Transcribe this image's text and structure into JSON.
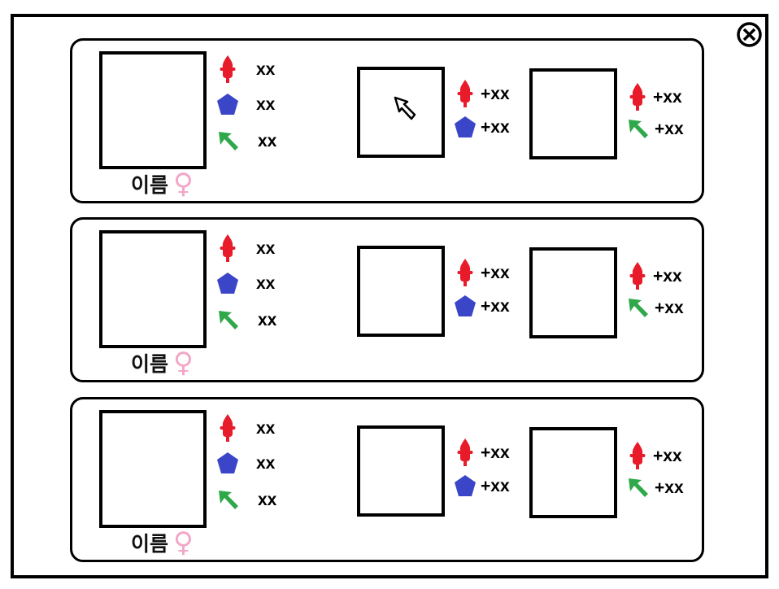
{
  "colors": {
    "attack": "#e81b2a",
    "defense": "#3b45c8",
    "tool": "#2fa84a",
    "female": "#f3a7c7"
  },
  "cards": [
    {
      "name": "이름",
      "gender_icon": "♀",
      "stats": {
        "attack": "xx",
        "defense": "xx",
        "tool": "xx"
      },
      "slot_a": {
        "attack": "+xx",
        "defense": "+xx",
        "has_cursor": true
      },
      "slot_b": {
        "attack": "+xx",
        "tool": "+xx"
      }
    },
    {
      "name": "이름",
      "gender_icon": "♀",
      "stats": {
        "attack": "xx",
        "defense": "xx",
        "tool": "xx"
      },
      "slot_a": {
        "attack": "+xx",
        "defense": "+xx",
        "has_cursor": false
      },
      "slot_b": {
        "attack": "+xx",
        "tool": "+xx"
      }
    },
    {
      "name": "이름",
      "gender_icon": "♀",
      "stats": {
        "attack": "xx",
        "defense": "xx",
        "tool": "xx"
      },
      "slot_a": {
        "attack": "+xx",
        "defense": "+xx",
        "has_cursor": false
      },
      "slot_b": {
        "attack": "+xx",
        "tool": "+xx"
      }
    }
  ]
}
